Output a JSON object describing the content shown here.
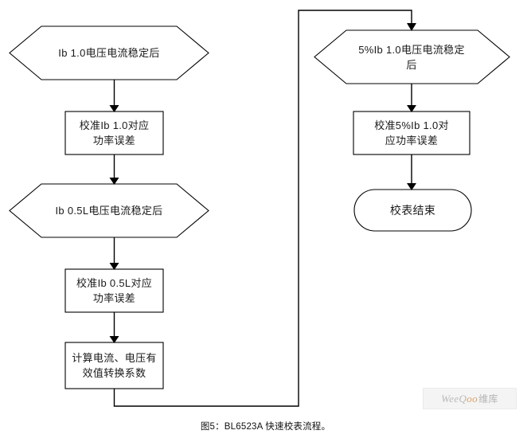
{
  "figure": {
    "caption": "图5：BL6523A 快速校表流程。",
    "watermark": {
      "part1": "WeeQ",
      "part2": "oo",
      "part3": "维库"
    },
    "colors": {
      "stroke": "#000000",
      "node_fill": "#ffffff",
      "text": "#1a1a1a",
      "background": "#ffffff",
      "watermark_accent": "#d9a06a"
    }
  },
  "flowchart": {
    "type": "flowchart",
    "nodes": [
      {
        "id": "n1",
        "shape": "hexagon",
        "label": "Ib 1.0电压电流稳定后",
        "column": "left",
        "order": 1
      },
      {
        "id": "n2",
        "shape": "rectangle",
        "label": "校准Ib 1.0对应\n功率误差",
        "column": "left",
        "order": 2
      },
      {
        "id": "n3",
        "shape": "hexagon",
        "label": "Ib 0.5L电压电流稳定后",
        "column": "left",
        "order": 3
      },
      {
        "id": "n4",
        "shape": "rectangle",
        "label": "校准Ib 0.5L对应\n功率误差",
        "column": "left",
        "order": 4
      },
      {
        "id": "n5",
        "shape": "rectangle",
        "label": "计算电流、电压有\n效值转换系数",
        "column": "left",
        "order": 5
      },
      {
        "id": "n6",
        "shape": "hexagon",
        "label": "5%Ib 1.0电压电流稳定\n后",
        "column": "right",
        "order": 6
      },
      {
        "id": "n7",
        "shape": "rectangle",
        "label": "校准5%Ib 1.0对\n应功率误差",
        "column": "right",
        "order": 7
      },
      {
        "id": "n8",
        "shape": "stadium",
        "label": "校表结束",
        "column": "right",
        "order": 8
      }
    ],
    "edges": [
      {
        "from": "n1",
        "to": "n2",
        "routing": "straight-down",
        "arrow": true
      },
      {
        "from": "n2",
        "to": "n3",
        "routing": "straight-down",
        "arrow": true
      },
      {
        "from": "n3",
        "to": "n4",
        "routing": "straight-down",
        "arrow": true
      },
      {
        "from": "n4",
        "to": "n5",
        "routing": "straight-down",
        "arrow": true
      },
      {
        "from": "n5",
        "to": "n6",
        "routing": "down-right-up-right-down",
        "arrow": true
      },
      {
        "from": "n6",
        "to": "n7",
        "routing": "straight-down",
        "arrow": true
      },
      {
        "from": "n7",
        "to": "n8",
        "routing": "straight-down",
        "arrow": true
      }
    ]
  }
}
